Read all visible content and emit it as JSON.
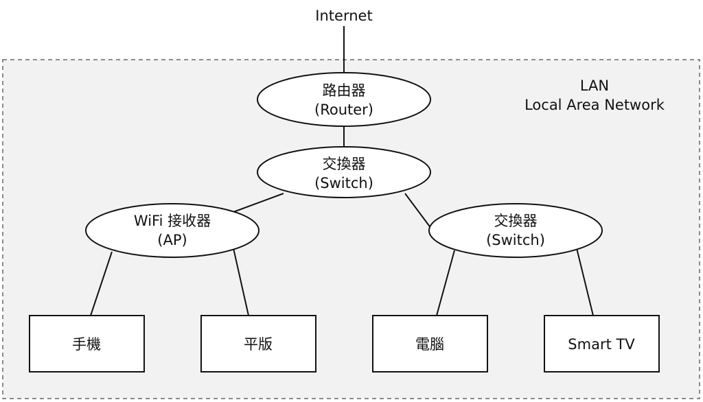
{
  "internet_label": "Internet",
  "lan": {
    "line1": "LAN",
    "line2": "Local Area Network"
  },
  "nodes": {
    "router": {
      "line1": "路由器",
      "line2": "(Router)"
    },
    "switch_main": {
      "line1": "交換器",
      "line2": "(Switch)"
    },
    "wifi_ap": {
      "line1": "WiFi 接收器",
      "line2": "(AP)"
    },
    "switch_right": {
      "line1": "交換器",
      "line2": "(Switch)"
    },
    "phone": {
      "label": "手機"
    },
    "tablet": {
      "label": "平版"
    },
    "computer": {
      "label": "電腦"
    },
    "smart_tv": {
      "label": "Smart TV"
    }
  },
  "colors": {
    "lan_background": "#f2f2f2",
    "lan_border": "#666666",
    "stroke": "#111111",
    "node_fill": "#ffffff"
  }
}
